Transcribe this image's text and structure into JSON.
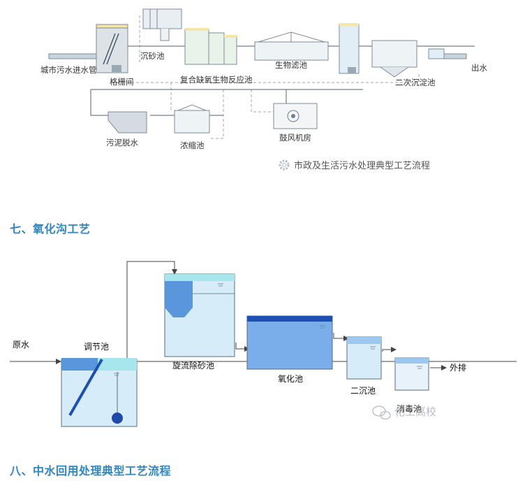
{
  "diagram1": {
    "caption": "市政及生活污水处理典型工艺流程",
    "labels": {
      "inlet": "城市污水进水管",
      "screen": "格栅间",
      "grit": "沉砂池",
      "reactor": "复合缺氧生物反应池",
      "biofilter": "生物滤池",
      "clarifier2": "二次沉淀池",
      "outlet": "出水",
      "dewater": "污泥脱水",
      "thickener": "浓缩池",
      "blower": "鼓风机房"
    }
  },
  "heading7": "七、氧化沟工艺",
  "diagram2": {
    "labels": {
      "raw": "原水",
      "equalize": "调节池",
      "vortex": "旋流除砂池",
      "oxidation": "氧化池",
      "clarifier2": "二沉池",
      "disinfect": "消毒池",
      "discharge": "外排"
    },
    "watermark": "化工高校",
    "colors": {
      "water_light": "#d6ecf9",
      "water_mid": "#9cc8ef",
      "water_dark": "#5a96dc",
      "surface": "#a8e6ee",
      "basin_top": "#1e4fb3",
      "pump": "#1f4aa8"
    }
  },
  "heading8": "八、中水回用处理典型工艺流程"
}
